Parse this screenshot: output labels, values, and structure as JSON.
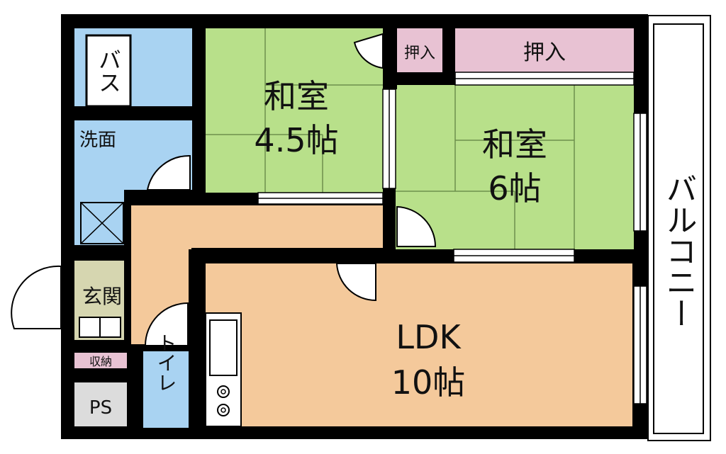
{
  "rooms": {
    "bath": "バス",
    "washroom": "洗面",
    "japanese_room_1": {
      "name": "和室",
      "size": "4.5帖"
    },
    "japanese_room_2": {
      "name": "和室",
      "size": "6帖"
    },
    "closet_small": "押入",
    "closet_large": "押入",
    "entrance": "玄関",
    "storage": "収納",
    "pipe_space": "PS",
    "toilet": "トイレ",
    "ldk": {
      "name": "LDK",
      "size": "10帖"
    },
    "balcony": "バルコニー"
  },
  "colors": {
    "wall": "#000000",
    "tatami": "#b8e08a",
    "water_area": "#a9d3f2",
    "floor": "#f4c99b",
    "closet": "#e8c2d3",
    "entrance": "#d6d6b0",
    "ps": "#dcdcdc",
    "storage": "#e8c2d3"
  }
}
